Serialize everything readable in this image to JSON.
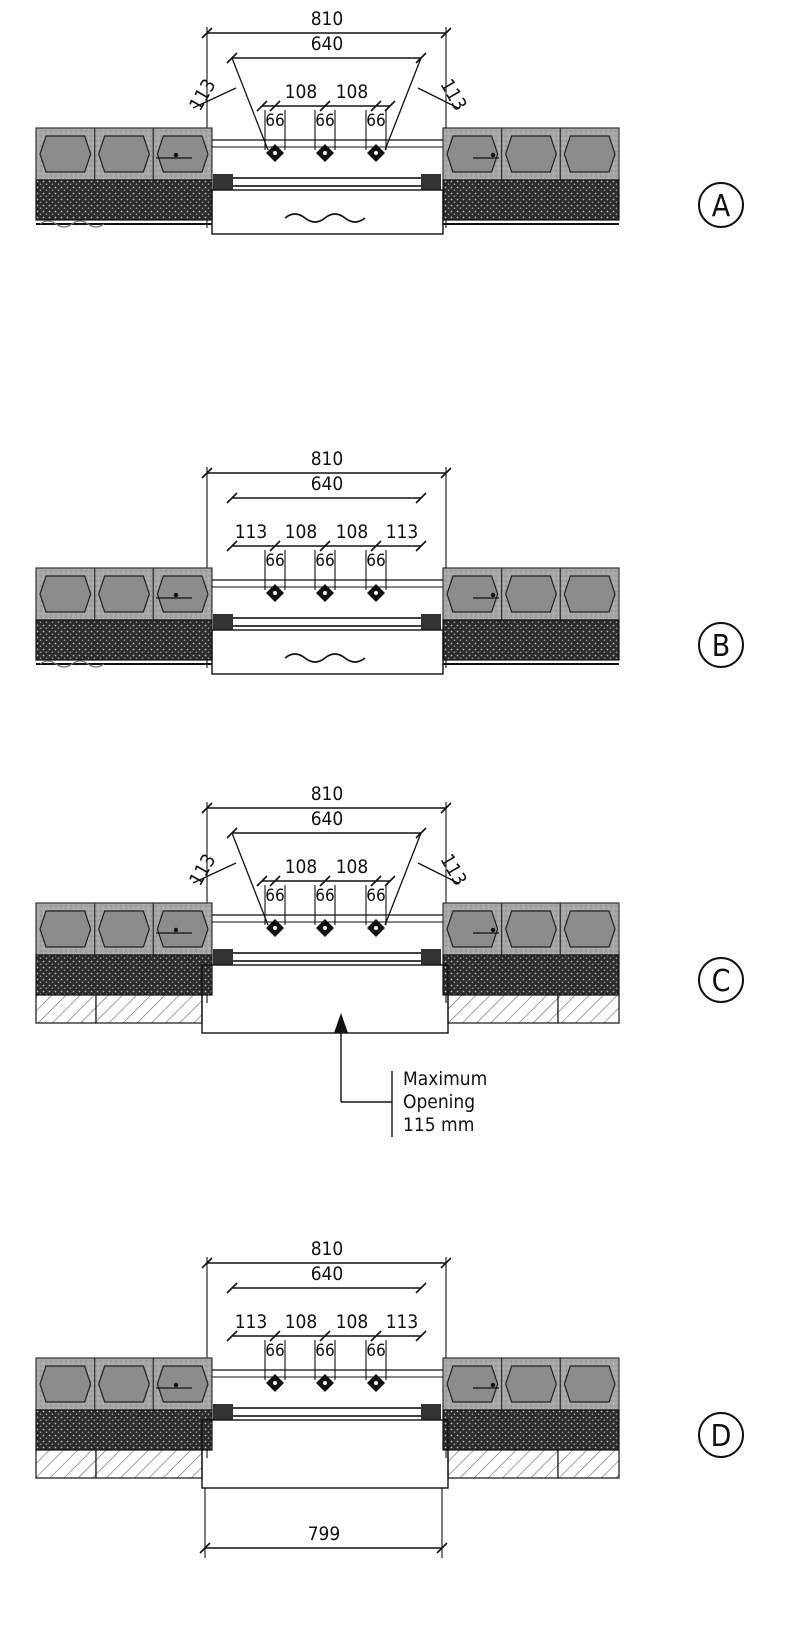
{
  "details": [
    {
      "id": "A",
      "label": "A",
      "overall": "810",
      "inner": "640",
      "edge_left": "113",
      "edge_right": "113",
      "edge_style": "diagonal",
      "spacing": [
        "108",
        "108"
      ],
      "fixings": [
        "66",
        "66",
        "66"
      ],
      "base": "membrane",
      "has_note": false,
      "has_bottom_dim": false
    },
    {
      "id": "B",
      "label": "B",
      "overall": "810",
      "inner": "640",
      "edge_left": "113",
      "edge_right": "113",
      "edge_style": "straight",
      "spacing": [
        "108",
        "108"
      ],
      "fixings": [
        "66",
        "66",
        "66"
      ],
      "base": "membrane",
      "has_note": false,
      "has_bottom_dim": false
    },
    {
      "id": "C",
      "label": "C",
      "overall": "810",
      "inner": "640",
      "edge_left": "113",
      "edge_right": "113",
      "edge_style": "diagonal",
      "spacing": [
        "108",
        "108"
      ],
      "fixings": [
        "66",
        "66",
        "66"
      ],
      "base": "brick",
      "has_note": true,
      "has_bottom_dim": false
    },
    {
      "id": "D",
      "label": "D",
      "overall": "810",
      "inner": "640",
      "edge_left": "113",
      "edge_right": "113",
      "edge_style": "straight",
      "spacing": [
        "108",
        "108"
      ],
      "fixings": [
        "66",
        "66",
        "66"
      ],
      "base": "brick",
      "has_note": false,
      "has_bottom_dim": true
    }
  ],
  "note": {
    "line1": "Maximum",
    "line2": "Opening",
    "line3": "115  mm"
  },
  "bottom_dimension": "799",
  "colors": {
    "ink": "#111111",
    "block_fill": "#9a9a9a",
    "block_dark": "#6e6e6e",
    "insulation": "#2a2a2a",
    "speckle": "#c8c8c8",
    "brick_hatch": "#555555"
  }
}
